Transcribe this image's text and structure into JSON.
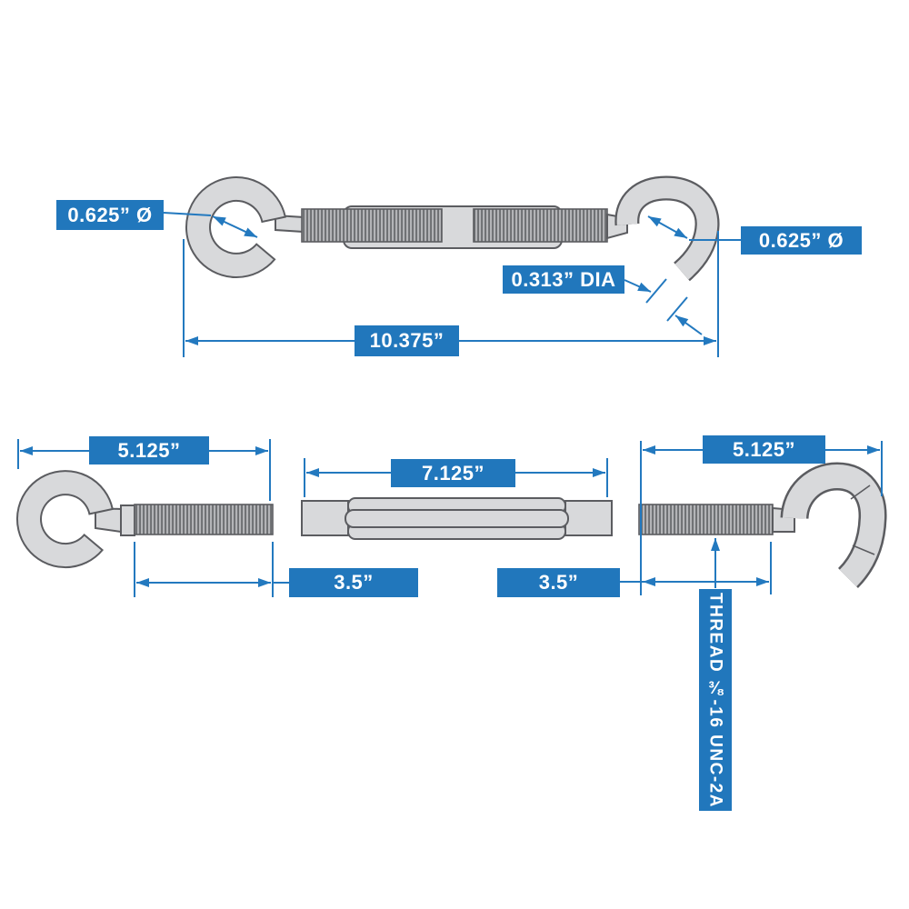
{
  "diagram": {
    "assembled_view": {
      "eye_inner_diameter": "0.625” Ø",
      "hook_inner_diameter": "0.625” Ø",
      "hook_wire_diameter": "0.313” DIA",
      "overall_length": "10.375”"
    },
    "eye_bolt_view": {
      "overall_length": "5.125”",
      "thread_length": "3.5”"
    },
    "body_view": {
      "body_length": "7.125”"
    },
    "hook_bolt_view": {
      "overall_length": "5.125”",
      "thread_length": "3.5”",
      "thread_spec": "THREAD ⅜-16 UNC-2A"
    },
    "colors": {
      "accent_blue": "#2177bc",
      "part_fill": "#d8d9db",
      "part_outline": "#5b5c60"
    }
  }
}
